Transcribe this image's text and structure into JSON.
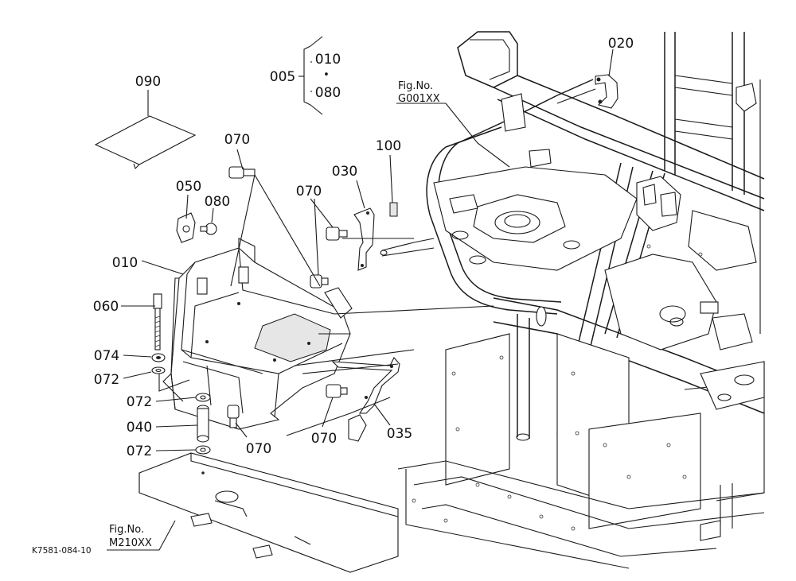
{
  "diagram": {
    "callouts": {
      "c090": "090",
      "c005": "005",
      "c010a": "010",
      "c080a": "080",
      "c020": "020",
      "c070a": "070",
      "c100": "100",
      "c030": "030",
      "c070b": "070",
      "c050": "050",
      "c080b": "080",
      "c010b": "010",
      "c060": "060",
      "c074": "074",
      "c072a": "072",
      "c072b": "072",
      "c040": "040",
      "c072c": "072",
      "c070c": "070",
      "c070d": "070",
      "c035": "035"
    },
    "fig_ref_1": {
      "line1": "Fig.No.",
      "line2": "G001XX"
    },
    "fig_ref_2": {
      "line1": "Fig.No.",
      "line2": "M210XX"
    },
    "drawing_code": "K7581-084-10",
    "range_dot": "•"
  }
}
